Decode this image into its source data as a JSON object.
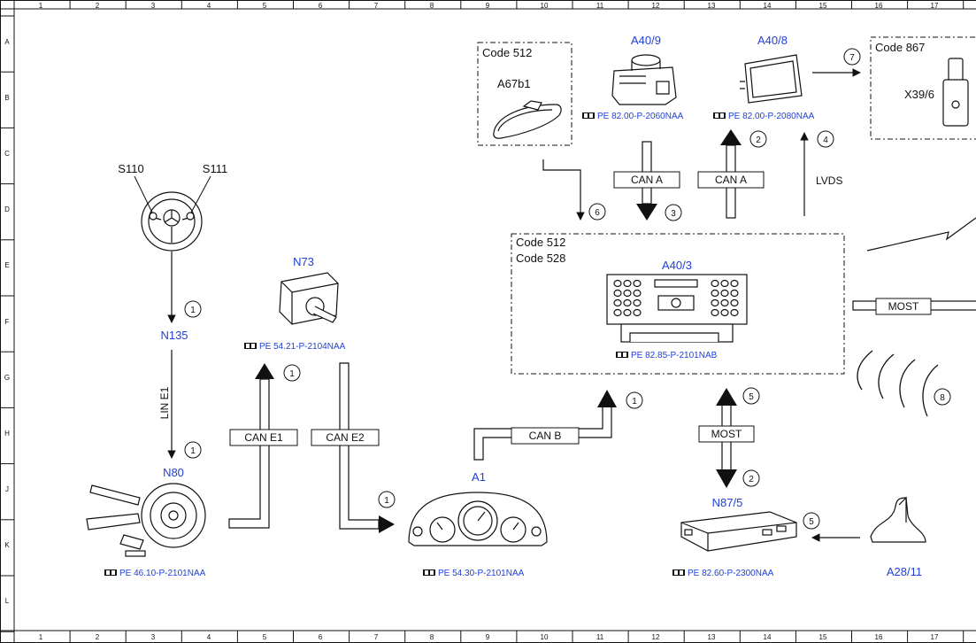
{
  "grid": {
    "columns": [
      "1",
      "2",
      "3",
      "4",
      "5",
      "6",
      "7",
      "8",
      "9",
      "10",
      "11",
      "12",
      "13",
      "14",
      "15",
      "16",
      "17"
    ],
    "rows": [
      "A",
      "B",
      "C",
      "D",
      "E",
      "F",
      "G",
      "H",
      "J",
      "K",
      "L"
    ]
  },
  "components": {
    "a40_9": {
      "id": "A40/9",
      "ref": "PE 82.00-P-2060NAA"
    },
    "a40_8": {
      "id": "A40/8",
      "ref": "PE 82.00-P-2080NAA"
    },
    "a67b1": {
      "id": "A67b1",
      "code": "Code 512"
    },
    "x39_6": {
      "id": "X39/6",
      "code": "Code 867"
    },
    "s110": {
      "id": "S110"
    },
    "s111": {
      "id": "S111"
    },
    "n135": {
      "id": "N135"
    },
    "n73": {
      "id": "N73",
      "ref": "PE 54.21-P-2104NAA"
    },
    "n80": {
      "id": "N80",
      "ref": "PE 46.10-P-2101NAA"
    },
    "a1": {
      "id": "A1",
      "ref": "PE 54.30-P-2101NAA"
    },
    "a40_3": {
      "id": "A40/3",
      "ref": "PE 82.85-P-2101NAB",
      "code1": "Code 512",
      "code2": "Code 528"
    },
    "n87_5": {
      "id": "N87/5",
      "ref": "PE 82.60-P-2300NAA"
    },
    "a28_11": {
      "id": "A28/11"
    }
  },
  "buses": {
    "can_a_1": "CAN A",
    "can_a_2": "CAN A",
    "lvds": "LVDS",
    "most_1": "MOST",
    "most_2": "MOST",
    "lin_e1": "LIN E1",
    "can_e1": "CAN E1",
    "can_e2": "CAN E2",
    "can_b": "CAN B"
  },
  "markers": {
    "m_s_n135": "1",
    "m_n135_n80": "1",
    "m_n73": "1",
    "m_a1_in": "1",
    "m_canb": "1",
    "m_a40_9": "3",
    "m_a40_8_can": "2",
    "m_a40_8_lvds": "4",
    "m_a67": "6",
    "m_x39": "7",
    "m_most_up": "5",
    "m_most_down": "2",
    "m_a28": "5",
    "m_wave": "8"
  },
  "colors": {
    "link": "#1f3fd8",
    "line": "#111111"
  }
}
